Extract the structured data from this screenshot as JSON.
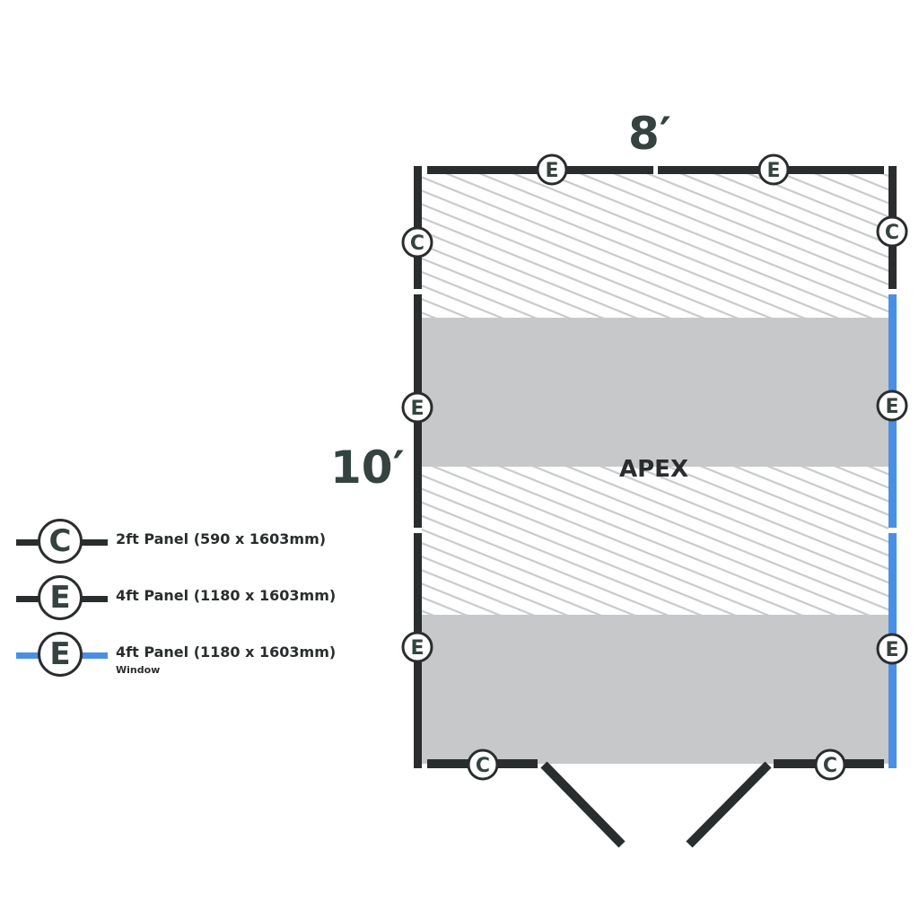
{
  "plan": {
    "width_label": "8′",
    "depth_label": "10′",
    "roof_label": "APEX",
    "colors": {
      "wall": "#2a2d2e",
      "window_wall": "#4a8fe6",
      "shaded_band": "#c7c8ca",
      "hatch": "#c9cacb",
      "badge_text": "#34433f"
    },
    "panels": {
      "top": [
        {
          "code": "E"
        },
        {
          "code": "E"
        }
      ],
      "left": [
        {
          "code": "C"
        },
        {
          "code": "E"
        },
        {
          "code": "E"
        }
      ],
      "right": [
        {
          "code": "C"
        },
        {
          "code": "E",
          "type": "window"
        },
        {
          "code": "E",
          "type": "window"
        }
      ],
      "bottom": [
        {
          "code": "C"
        },
        {
          "code": "C"
        }
      ],
      "door": "double-door"
    }
  },
  "legend": {
    "items": [
      {
        "code": "C",
        "label": "2ft Panel (590 x 1603mm)",
        "sub": "",
        "line_color": "#2a2d2e"
      },
      {
        "code": "E",
        "label": "4ft Panel (1180 x 1603mm)",
        "sub": "",
        "line_color": "#2a2d2e"
      },
      {
        "code": "E",
        "label": "4ft Panel (1180 x 1603mm)",
        "sub": "Window",
        "line_color": "#4a8fe6"
      }
    ]
  }
}
